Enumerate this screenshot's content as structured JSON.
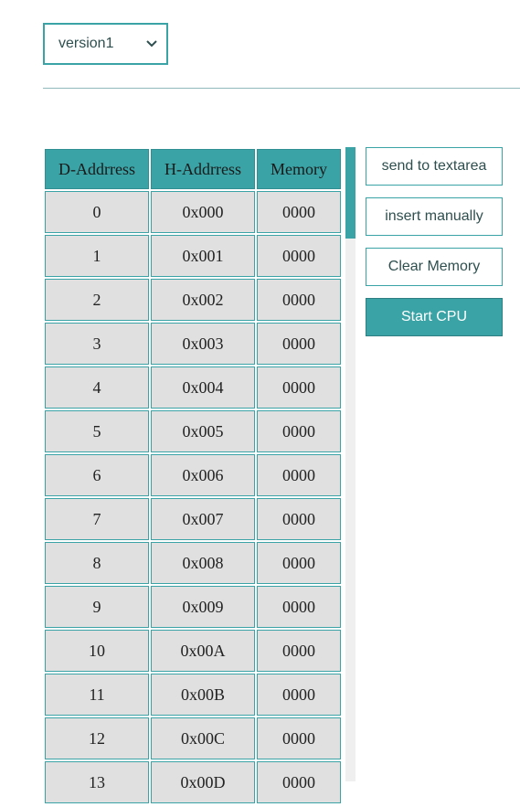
{
  "version_select": {
    "value": "version1"
  },
  "memory_table": {
    "columns": [
      "D-Addrress",
      "H-Addrress",
      "Memory"
    ],
    "rows": [
      [
        "0",
        "0x000",
        "0000"
      ],
      [
        "1",
        "0x001",
        "0000"
      ],
      [
        "2",
        "0x002",
        "0000"
      ],
      [
        "3",
        "0x003",
        "0000"
      ],
      [
        "4",
        "0x004",
        "0000"
      ],
      [
        "5",
        "0x005",
        "0000"
      ],
      [
        "6",
        "0x006",
        "0000"
      ],
      [
        "7",
        "0x007",
        "0000"
      ],
      [
        "8",
        "0x008",
        "0000"
      ],
      [
        "9",
        "0x009",
        "0000"
      ],
      [
        "10",
        "0x00A",
        "0000"
      ],
      [
        "11",
        "0x00B",
        "0000"
      ],
      [
        "12",
        "0x00C",
        "0000"
      ],
      [
        "13",
        "0x00D",
        "0000"
      ]
    ]
  },
  "buttons": {
    "send": "send to textarea",
    "insert": "insert manually",
    "clear": "Clear Memory",
    "start": "Start CPU"
  },
  "colors": {
    "accent": "#3aa3a6",
    "cell_bg": "#e0e0e0"
  },
  "icons": {
    "select_chevron": "chevron-down-icon"
  }
}
